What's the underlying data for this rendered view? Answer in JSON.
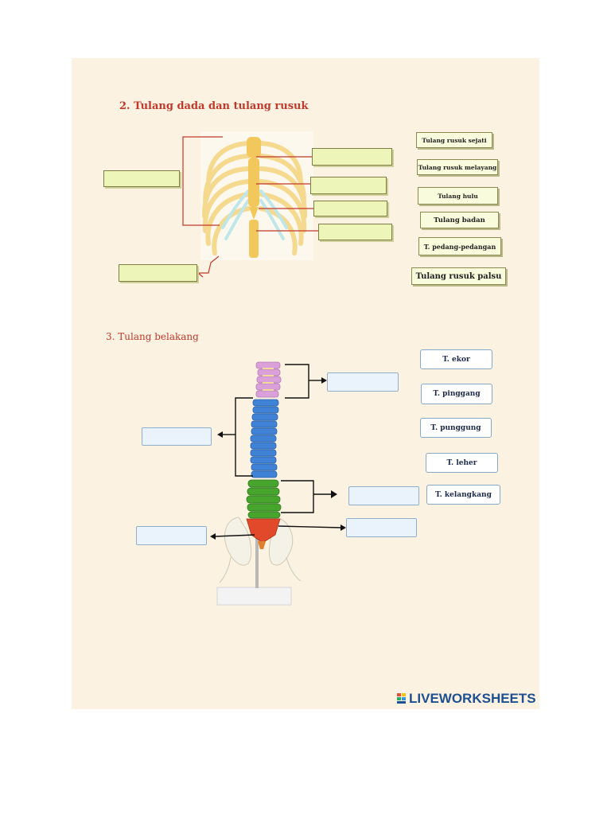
{
  "section2": {
    "title": "2. Tulang dada dan tulang rusuk",
    "labels": [
      "Tulang rusuk sejati",
      "Tulang rusuk melayang",
      "Tulang hulu",
      "Tulang badan",
      "T. pedang-pedangan",
      "Tulang rusuk palsu"
    ]
  },
  "section3": {
    "title": "3. Tulang belakang",
    "labels": [
      "T. ekor",
      "T. pinggang",
      "T. punggung",
      "T. leher",
      "T. kelangkang"
    ]
  },
  "brand": {
    "name": "LIVEWORKSHEETS"
  },
  "colors": {
    "title_red": "#c0392b",
    "leader_red": "#c0392b",
    "answer_green": "#edf6b8",
    "answer_blue": "#eaf3fb",
    "brand_blue": "#1d4f91"
  }
}
